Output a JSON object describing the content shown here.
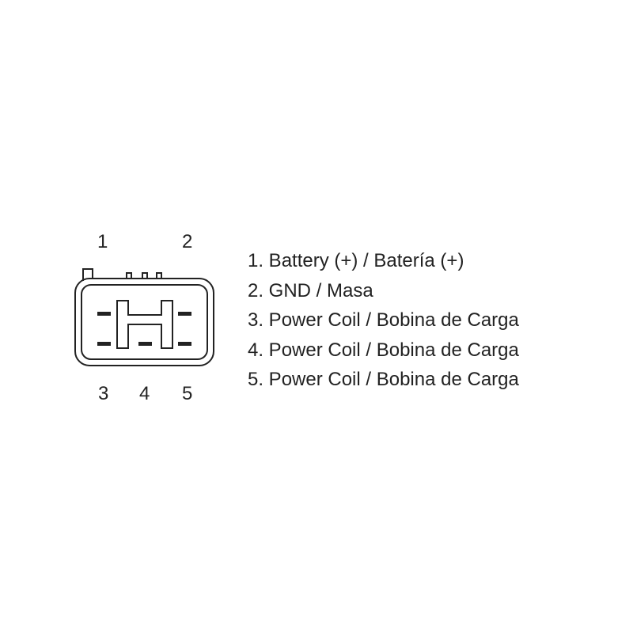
{
  "connector": {
    "top_pins": [
      "1",
      "2"
    ],
    "bottom_pins": [
      "3",
      "4",
      "5"
    ],
    "stroke_color": "#222222"
  },
  "legend": {
    "items": [
      "1. Battery (+) / Batería (+)",
      "2. GND / Masa",
      "3. Power Coil / Bobina de Carga",
      "4. Power Coil / Bobina de Carga",
      "5. Power Coil / Bobina de Carga"
    ]
  }
}
